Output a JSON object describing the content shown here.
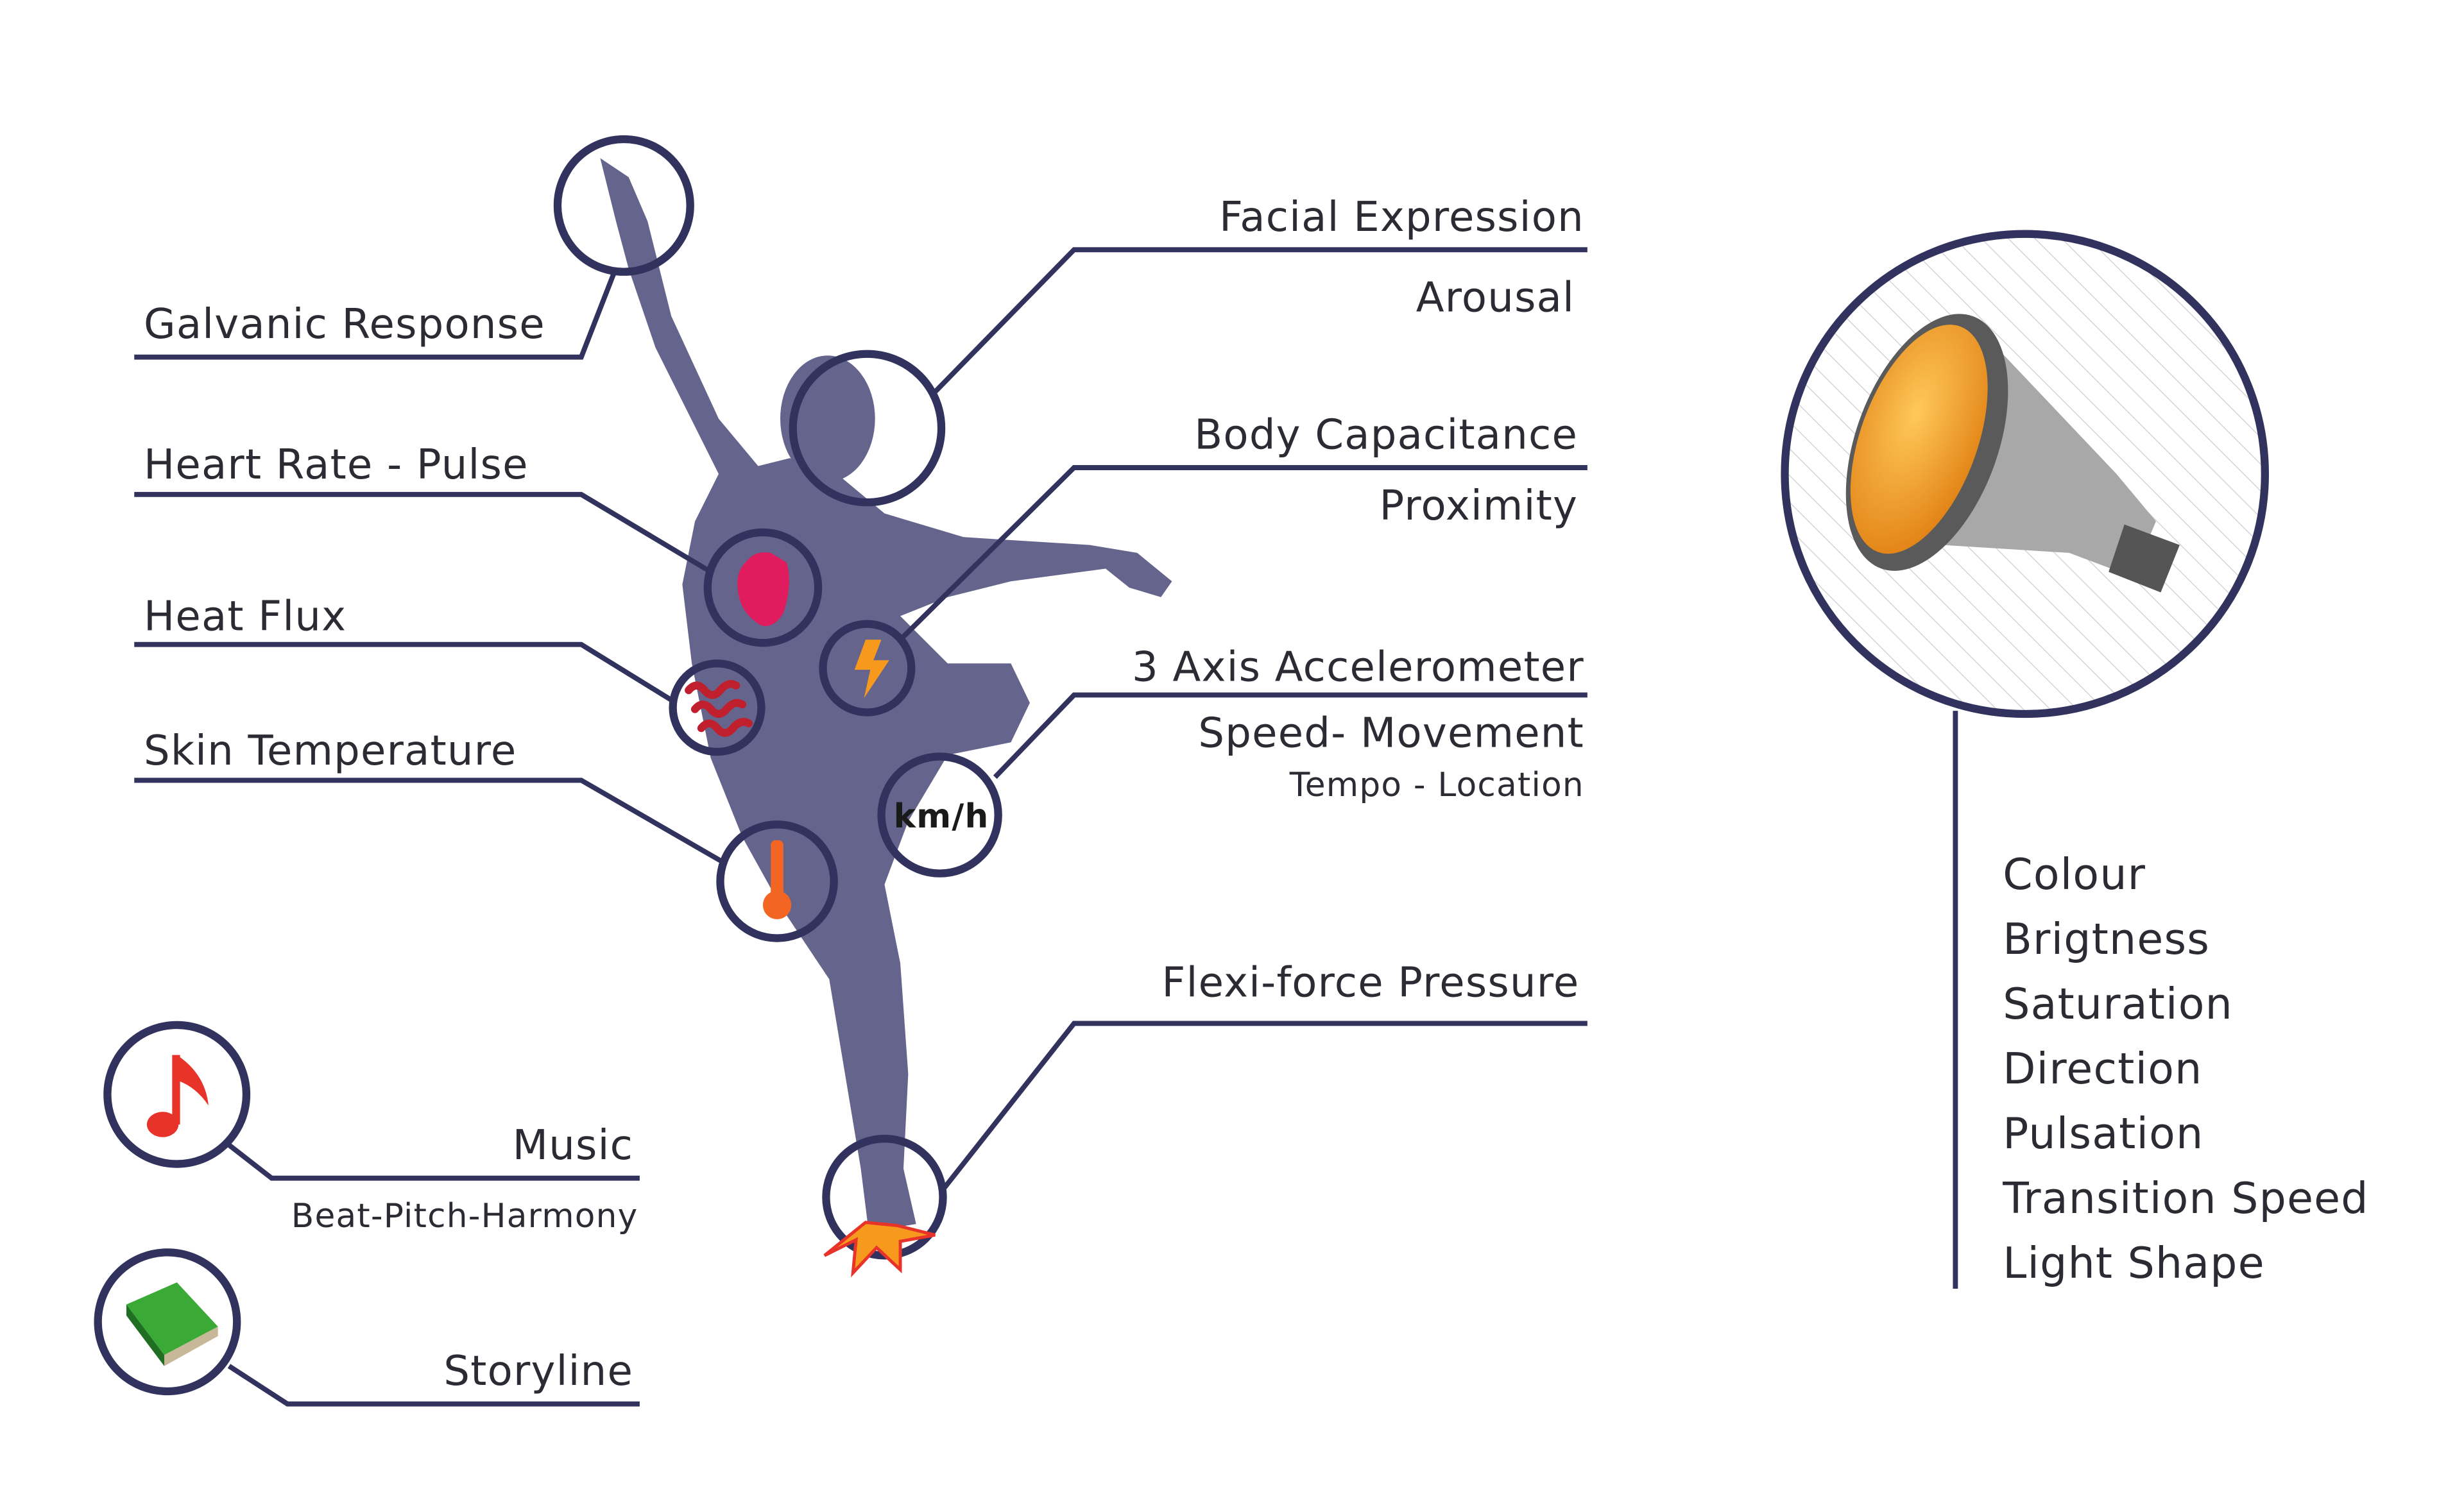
{
  "colors": {
    "navy": "#32325e",
    "dancer": "#65648d",
    "heart": "#e01c5e",
    "bolt": "#f7991c",
    "heat": "#c0202e",
    "thermo": "#f26522",
    "note": "#e8332a",
    "book": "#3aa935",
    "lamp": "#f39a1e"
  },
  "left_labels": {
    "galvanic": "Galvanic Response",
    "heart": "Heart Rate - Pulse",
    "heat": "Heat Flux",
    "skin": "Skin Temperature"
  },
  "right_labels": {
    "facial": "Facial Expression",
    "arousal": "Arousal",
    "capacitance": "Body Capacitance",
    "proximity": "Proximity",
    "accel": "3 Axis Accelerometer",
    "speed": "Speed- Movement",
    "tempo": "Tempo - Location",
    "flexi": "Flexi-force Pressure"
  },
  "speed_icon_text": "km/h",
  "media": {
    "music": "Music",
    "music_sub": "Beat-Pitch-Harmony",
    "story": "Storyline"
  },
  "light_outputs": [
    "Colour",
    "Brigtness",
    "Saturation",
    "Direction",
    "Pulsation",
    "Transition Speed",
    "Light Shape"
  ]
}
